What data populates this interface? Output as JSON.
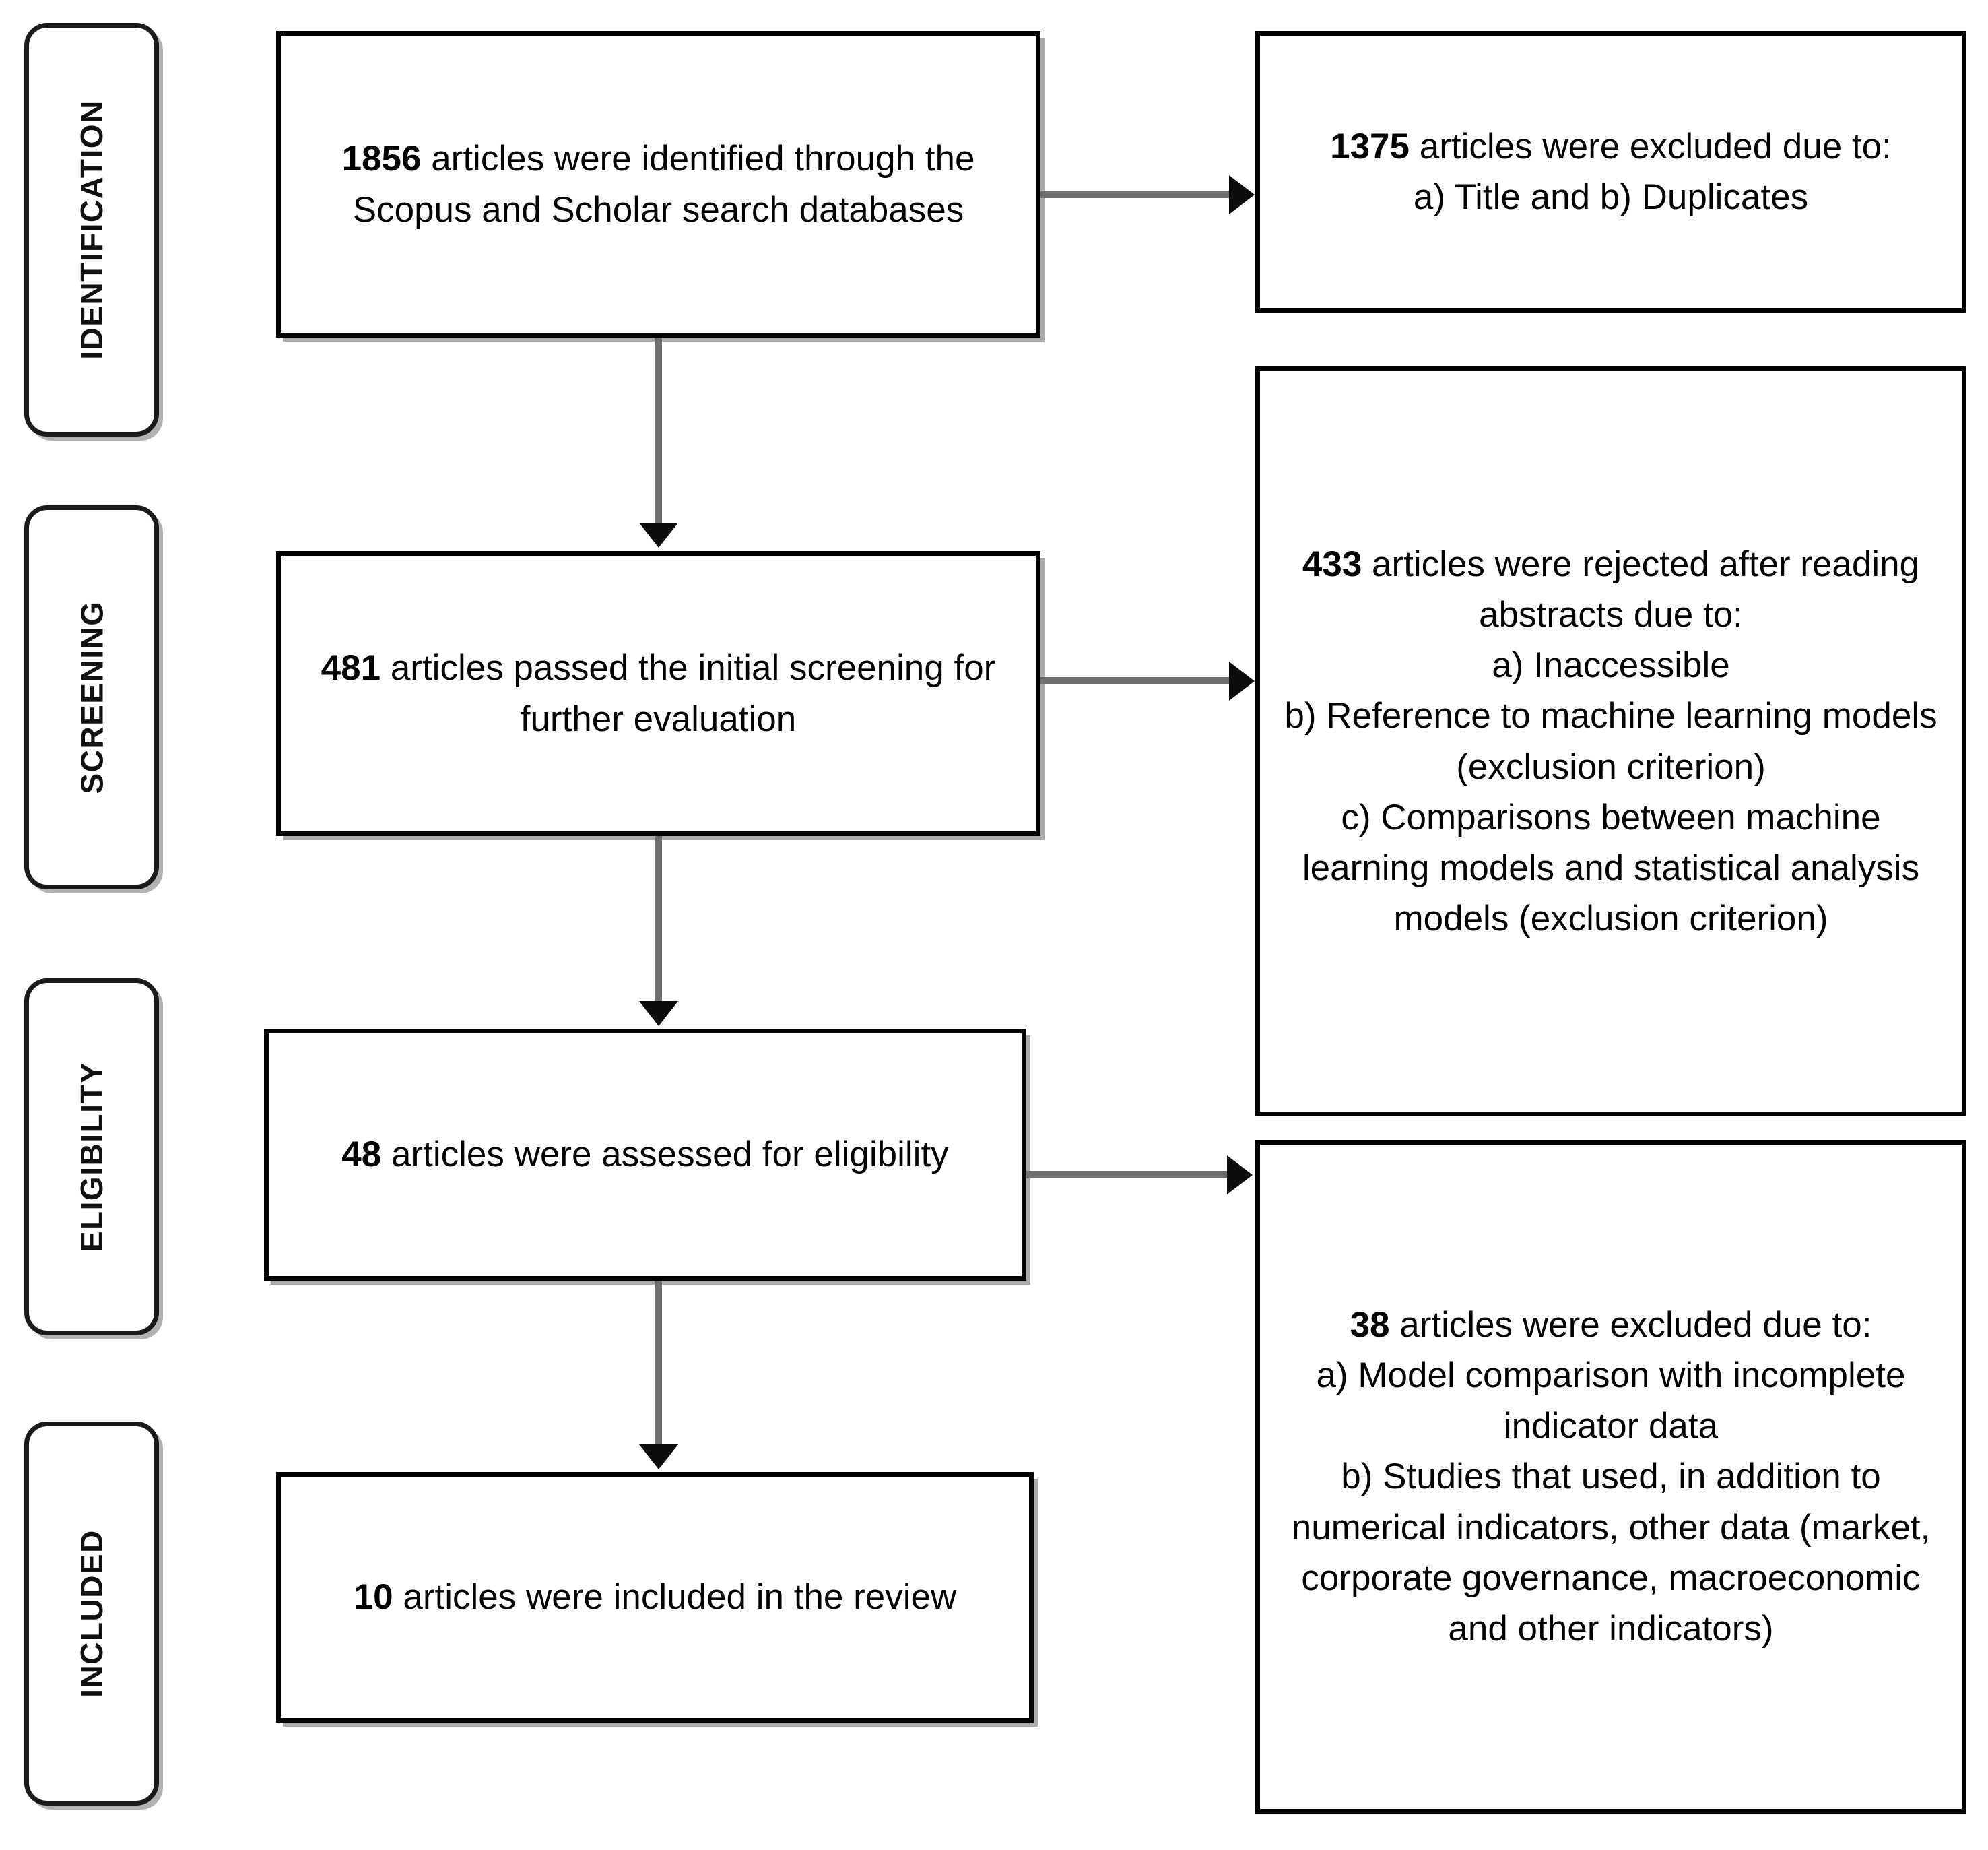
{
  "diagram": {
    "title": "PRISMA article selection flow diagram",
    "colors": {
      "box_border": "#000000",
      "pill_border": "#1a1a1a",
      "arrow_shaft": "#6f6f6f",
      "arrow_head": "#0d0d0d",
      "background": "#ffffff",
      "text": "#000000"
    },
    "stages": [
      {
        "id": "identification",
        "label": "IDENTIFICATION"
      },
      {
        "id": "screening",
        "label": "SCREENING"
      },
      {
        "id": "eligibility",
        "label": "ELIGIBILITY"
      },
      {
        "id": "included",
        "label": "INCLUDED"
      }
    ],
    "flow_boxes": [
      {
        "id": "identified",
        "column": "left",
        "stage": "identification",
        "count": "1856",
        "rest": " articles were identified through the Scopus and Scholar search databases",
        "full_text": "1856 articles were identified through the Scopus and Scholar search databases"
      },
      {
        "id": "excluded-title-duplicates",
        "column": "right",
        "stage": "identification",
        "count": "1375",
        "rest": " articles were excluded due to:\na) Title and b) Duplicates",
        "full_text": "1375 articles were excluded due to: a) Title and b) Duplicates"
      },
      {
        "id": "passed-initial-screening",
        "column": "left",
        "stage": "screening",
        "count": "481",
        "rest": " articles passed the initial screening for further evaluation",
        "full_text": "481 articles passed the initial screening for further evaluation"
      },
      {
        "id": "rejected-after-abstracts",
        "column": "right",
        "stage": "screening",
        "count": "433",
        "rest": " articles were rejected after reading abstracts due to:\na) Inaccessible\nb) Reference to machine learning models (exclusion criterion)\nc) Comparisons between machine learning models and statistical analysis models (exclusion criterion)",
        "full_text": "433 articles were rejected after reading abstracts due to: a) Inaccessible b) Reference to machine learning models (exclusion criterion) c) Comparisons between machine learning models and statistical analysis models (exclusion criterion)"
      },
      {
        "id": "assessed-for-eligibility",
        "column": "left",
        "stage": "eligibility",
        "count": "48",
        "rest": " articles were assessed for eligibility",
        "full_text": "48 articles were assessed for eligibility"
      },
      {
        "id": "excluded-eligibility",
        "column": "right",
        "stage": "eligibility",
        "count": "38",
        "rest": " articles were excluded due to:\na) Model comparison with incomplete indicator data\nb) Studies that used, in addition to numerical indicators, other data (market, corporate governance, macroeconomic and other indicators)",
        "full_text": "38 articles were excluded due to: a) Model comparison with incomplete indicator data b) Studies that used, in addition to numerical indicators, other data (market, corporate governance, macroeconomic and other indicators)"
      },
      {
        "id": "included-in-review",
        "column": "left",
        "stage": "included",
        "count": "10",
        "rest": " articles were included in the review",
        "full_text": "10 articles were included in the review"
      }
    ],
    "arrows": [
      {
        "id": "identified-to-excluded",
        "direction": "right",
        "from": "identified",
        "to": "excluded-title-duplicates"
      },
      {
        "id": "identified-to-screening",
        "direction": "down",
        "from": "identified",
        "to": "passed-initial-screening"
      },
      {
        "id": "screening-to-rejected",
        "direction": "right",
        "from": "passed-initial-screening",
        "to": "rejected-after-abstracts"
      },
      {
        "id": "screening-to-eligibility",
        "direction": "down",
        "from": "passed-initial-screening",
        "to": "assessed-for-eligibility"
      },
      {
        "id": "eligibility-to-excluded",
        "direction": "right",
        "from": "assessed-for-eligibility",
        "to": "excluded-eligibility"
      },
      {
        "id": "eligibility-to-included",
        "direction": "down",
        "from": "assessed-for-eligibility",
        "to": "included-in-review"
      }
    ]
  }
}
